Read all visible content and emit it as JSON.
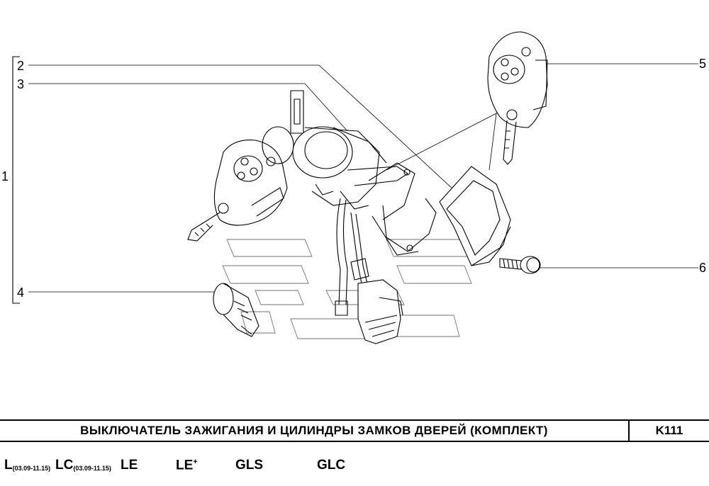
{
  "callouts": {
    "c1": "1",
    "c2": "2",
    "c3": "3",
    "c4": "4",
    "c5": "5",
    "c6": "6"
  },
  "title_block": {
    "title": "ВЫКЛЮЧАТЕЛЬ ЗАЖИГАНИЯ И ЦИЛИНДРЫ ЗАМКОВ ДВЕРЕЙ (КОМПЛЕКТ)",
    "code": "K111"
  },
  "variants": [
    {
      "name": "L",
      "note": "(03.09-11.15)"
    },
    {
      "name": "LC",
      "note": "(03.09-11.15)"
    },
    {
      "name": "LE",
      "note": ""
    },
    {
      "name": "LE",
      "note": "+"
    },
    {
      "name": "GLS",
      "note": ""
    },
    {
      "name": "GLC",
      "note": ""
    }
  ]
}
